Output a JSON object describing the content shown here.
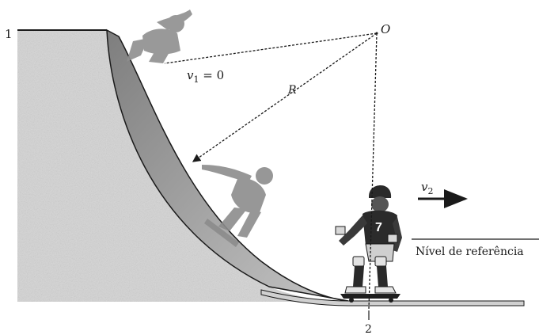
{
  "labels": {
    "point_start": "1",
    "point_bottom": "2",
    "center": "O",
    "radius": "R",
    "v1_symbol": "v",
    "v1_sub": "1",
    "v1_value": " = 0",
    "v2_symbol": "v",
    "v2_sub": "2",
    "reference_level": "Nível de referência",
    "skater_number": "7"
  },
  "colors": {
    "ink": "#1a1a1a",
    "wall": "#cfcfcf",
    "ramp_face": "#9a9a9a",
    "ghost_skater": "#8c8c8c",
    "skater": "#2a2a2a"
  }
}
